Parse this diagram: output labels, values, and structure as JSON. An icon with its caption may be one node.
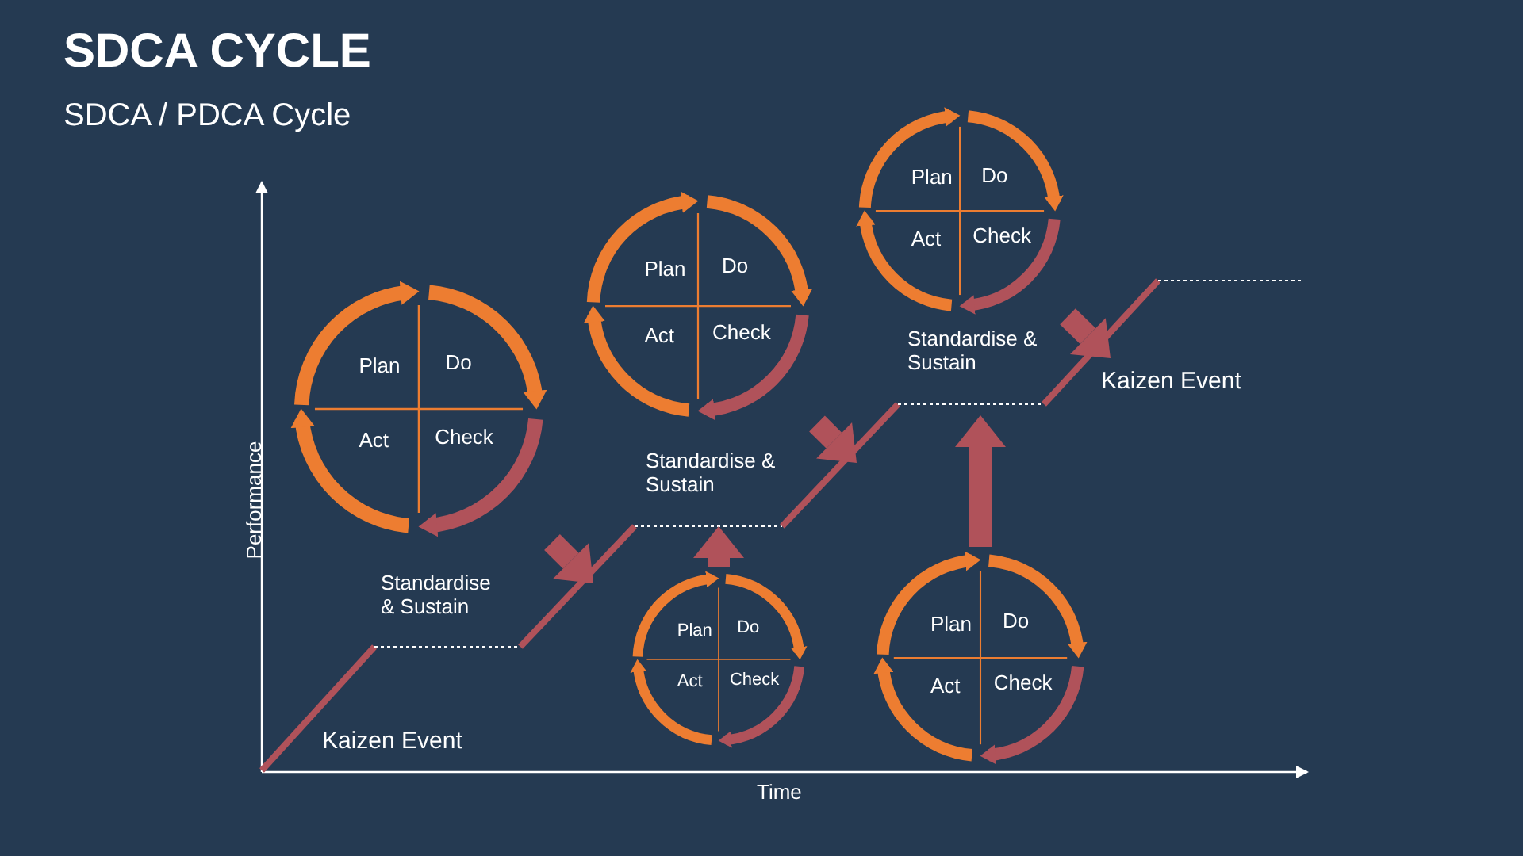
{
  "diagram": {
    "title": "SDCA CYCLE",
    "nodes": [
      {
        "text": [
          "Plan",
          "Do",
          "Act",
          "Check"
        ]
      },
      {
        "text": [
          "Plan",
          "Do",
          "Act",
          "Check"
        ]
      },
      {
        "text": [
          "Plan",
          "Do",
          "Act",
          "Check"
        ]
      },
      {
        "text": [
          "Plan",
          "Do",
          "Act",
          "Check"
        ]
      },
      {
        "text": [
          "Plan",
          "Do",
          "Act",
          "Check"
        ]
      }
    ],
    "edges": [
      {
        "from": 0,
        "to": null,
        "arrow": "to"
      },
      {
        "from": 1,
        "to": null,
        "arrow": "to"
      },
      {
        "from": 2,
        "to": null,
        "arrow": "to"
      },
      {
        "from": 3,
        "to": null,
        "arrow": "to"
      },
      {
        "from": 4,
        "to": null,
        "arrow": "to"
      }
    ],
    "labels": [
      "SDCA / PDCA Cycle",
      "Standardise & Sustain",
      "Kaizen Event",
      "Standardise & Sustain",
      "Standardise & Sustain",
      "Kaizen Event",
      "Performance",
      "Time"
    ]
  }
}
